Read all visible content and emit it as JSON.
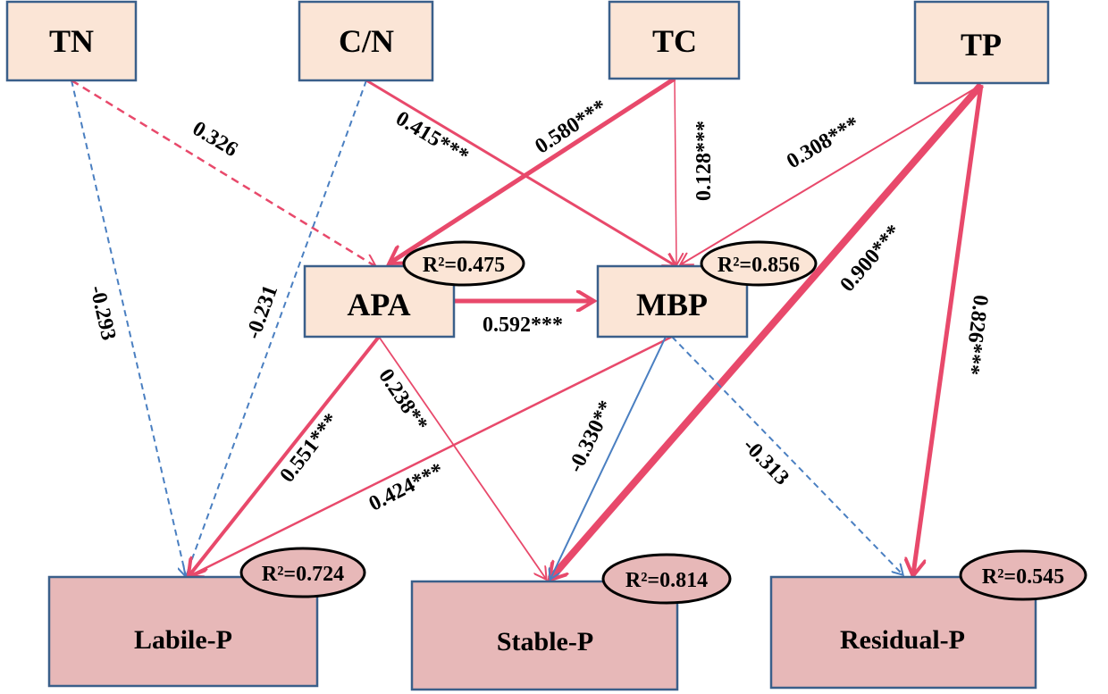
{
  "colors": {
    "positive": "#e8496b",
    "negative": "#4a7fc1",
    "box_border": "#3a5f8a",
    "top_box_fill": "#fbe5d6",
    "bottom_box_fill": "#e7b8b8"
  },
  "nodes": {
    "tn": {
      "label": "TN"
    },
    "cn": {
      "label": "C/N"
    },
    "tc": {
      "label": "TC"
    },
    "tp": {
      "label": "TP"
    },
    "apa": {
      "label": "APA",
      "r2": "R²=0.475"
    },
    "mbp": {
      "label": "MBP",
      "r2": "R²=0.856"
    },
    "labile": {
      "label": "Labile-P",
      "r2": "R²=0.724"
    },
    "stable": {
      "label": "Stable-P",
      "r2": "R²=0.814"
    },
    "residual": {
      "label": "Residual-P",
      "r2": "R²=0.545"
    }
  },
  "paths": [
    {
      "id": "tn-labile",
      "from": "TN",
      "to": "Labile-P",
      "coef": "-0.293",
      "sign": "negative",
      "style": "dashed"
    },
    {
      "id": "tn-apa",
      "from": "TN",
      "to": "APA",
      "coef": "0.326",
      "sign": "positive",
      "style": "dashed"
    },
    {
      "id": "cn-labile",
      "from": "C/N",
      "to": "Labile-P",
      "coef": "-0.231",
      "sign": "negative",
      "style": "dashed"
    },
    {
      "id": "cn-mbp",
      "from": "C/N",
      "to": "MBP",
      "coef": "0.415***",
      "sign": "positive",
      "style": "solid"
    },
    {
      "id": "tc-apa",
      "from": "TC",
      "to": "APA",
      "coef": "0.580***",
      "sign": "positive",
      "style": "solid"
    },
    {
      "id": "tc-mbp",
      "from": "TC",
      "to": "MBP",
      "coef": "0.128***",
      "sign": "positive",
      "style": "solid"
    },
    {
      "id": "tp-mbp",
      "from": "TP",
      "to": "MBP",
      "coef": "0.308***",
      "sign": "positive",
      "style": "solid"
    },
    {
      "id": "tp-stable",
      "from": "TP",
      "to": "Stable-P",
      "coef": "0.900***",
      "sign": "positive",
      "style": "solid"
    },
    {
      "id": "tp-residual",
      "from": "TP",
      "to": "Residual-P",
      "coef": "0.826***",
      "sign": "positive",
      "style": "solid"
    },
    {
      "id": "apa-mbp",
      "from": "APA",
      "to": "MBP",
      "coef": "0.592***",
      "sign": "positive",
      "style": "solid"
    },
    {
      "id": "apa-labile",
      "from": "APA",
      "to": "Labile-P",
      "coef": "0.551***",
      "sign": "positive",
      "style": "solid"
    },
    {
      "id": "apa-stable",
      "from": "APA",
      "to": "Stable-P",
      "coef": "0.238**",
      "sign": "positive",
      "style": "solid"
    },
    {
      "id": "mbp-labile",
      "from": "MBP",
      "to": "Labile-P",
      "coef": "0.424***",
      "sign": "positive",
      "style": "solid"
    },
    {
      "id": "mbp-stable",
      "from": "MBP",
      "to": "Stable-P",
      "coef": "-0.330**",
      "sign": "negative",
      "style": "solid"
    },
    {
      "id": "mbp-residual",
      "from": "MBP",
      "to": "Residual-P",
      "coef": "-0.313",
      "sign": "negative",
      "style": "dashed"
    }
  ]
}
